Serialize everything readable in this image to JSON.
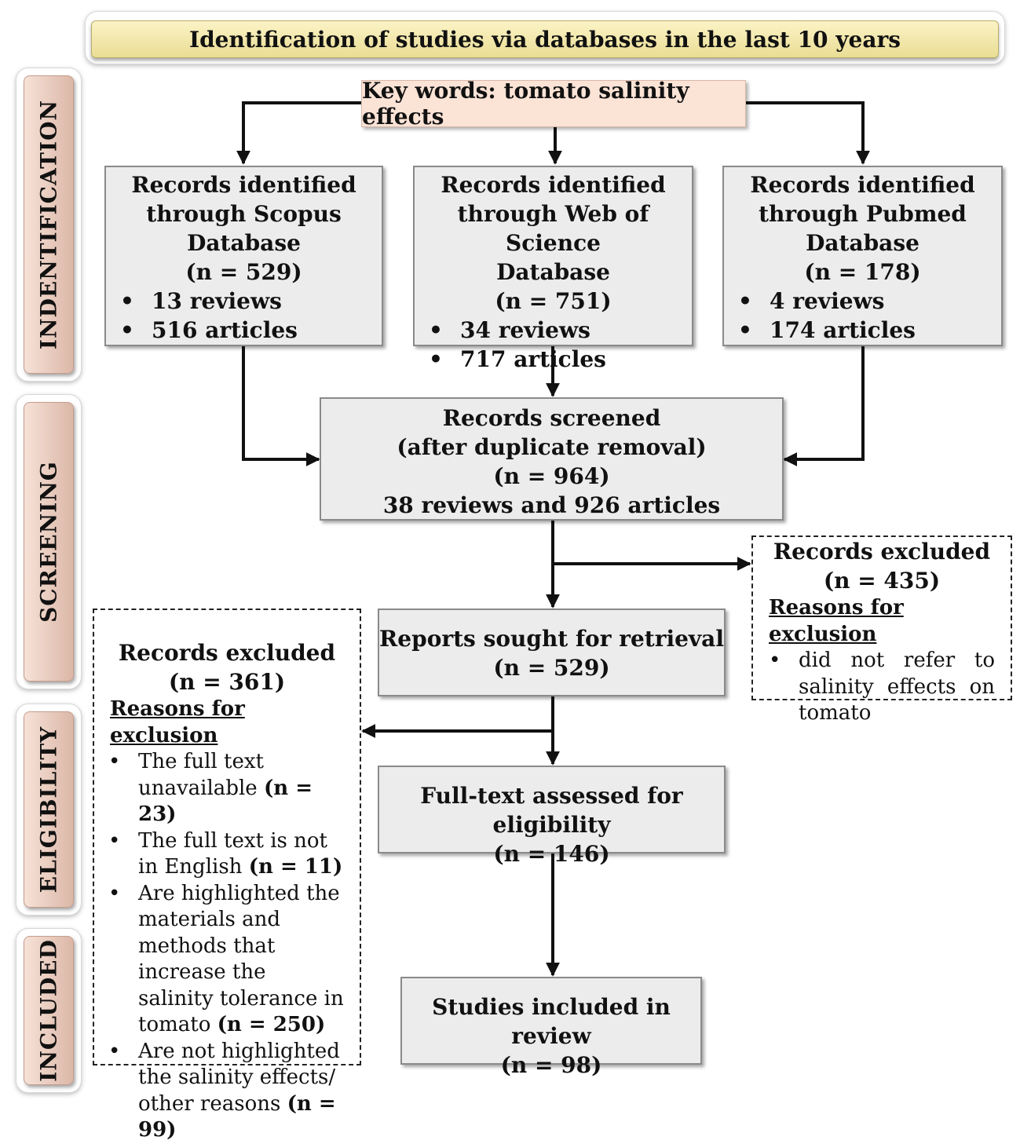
{
  "title": "Identification of studies via databases in the last 10 years",
  "phases": [
    "INDENTIFICATION",
    "SCREENING",
    "ELIGIBILITY",
    "INCLUDED"
  ],
  "keywords": "Key words: tomato salinity effects",
  "databases": [
    {
      "lines": [
        "Records identified",
        "through Scopus",
        "Database"
      ],
      "n": "(n = 529)",
      "reviews": "13 reviews",
      "articles": "516 articles"
    },
    {
      "lines": [
        "Records identified",
        "through Web of Science",
        "Database"
      ],
      "n": "(n = 751)",
      "reviews": "34 reviews",
      "articles": "717 articles"
    },
    {
      "lines": [
        "Records identified",
        "through Pubmed",
        "Database"
      ],
      "n": "(n = 178)",
      "reviews": "4 reviews",
      "articles": "174 articles"
    }
  ],
  "screened": {
    "l1": "Records screened",
    "l2": "(after duplicate removal)",
    "n": "(n = 964)",
    "l4": "38 reviews and 926 articles"
  },
  "excluded_right": {
    "title": "Records excluded",
    "n": "(n = 435)",
    "reasons_label": "Reasons for exclusion",
    "reason": "did not refer to salinity effects on tomato"
  },
  "sought": {
    "l1": "Reports sought for retrieval",
    "n": "(n = 529)"
  },
  "excluded_left": {
    "title": "Records excluded",
    "n": "(n = 361)",
    "reasons_label": "Reasons for exclusion",
    "items": [
      {
        "text": "The full text unavailable",
        "count": "(n = 23)"
      },
      {
        "text": "The full text is not in English",
        "count": "(n = 11)"
      },
      {
        "text": "Are highlighted the materials and methods that increase the salinity tolerance in tomato",
        "count": "(n = 250)"
      },
      {
        "text": "Are not highlighted the salinity effects/ other reasons",
        "count": "(n = 99)"
      }
    ]
  },
  "fulltext": {
    "l1": "Full-text assessed for eligibility",
    "n": "(n = 146)"
  },
  "included": {
    "l1": "Studies included in review",
    "n": "(n = 98)"
  },
  "bullet": "•"
}
